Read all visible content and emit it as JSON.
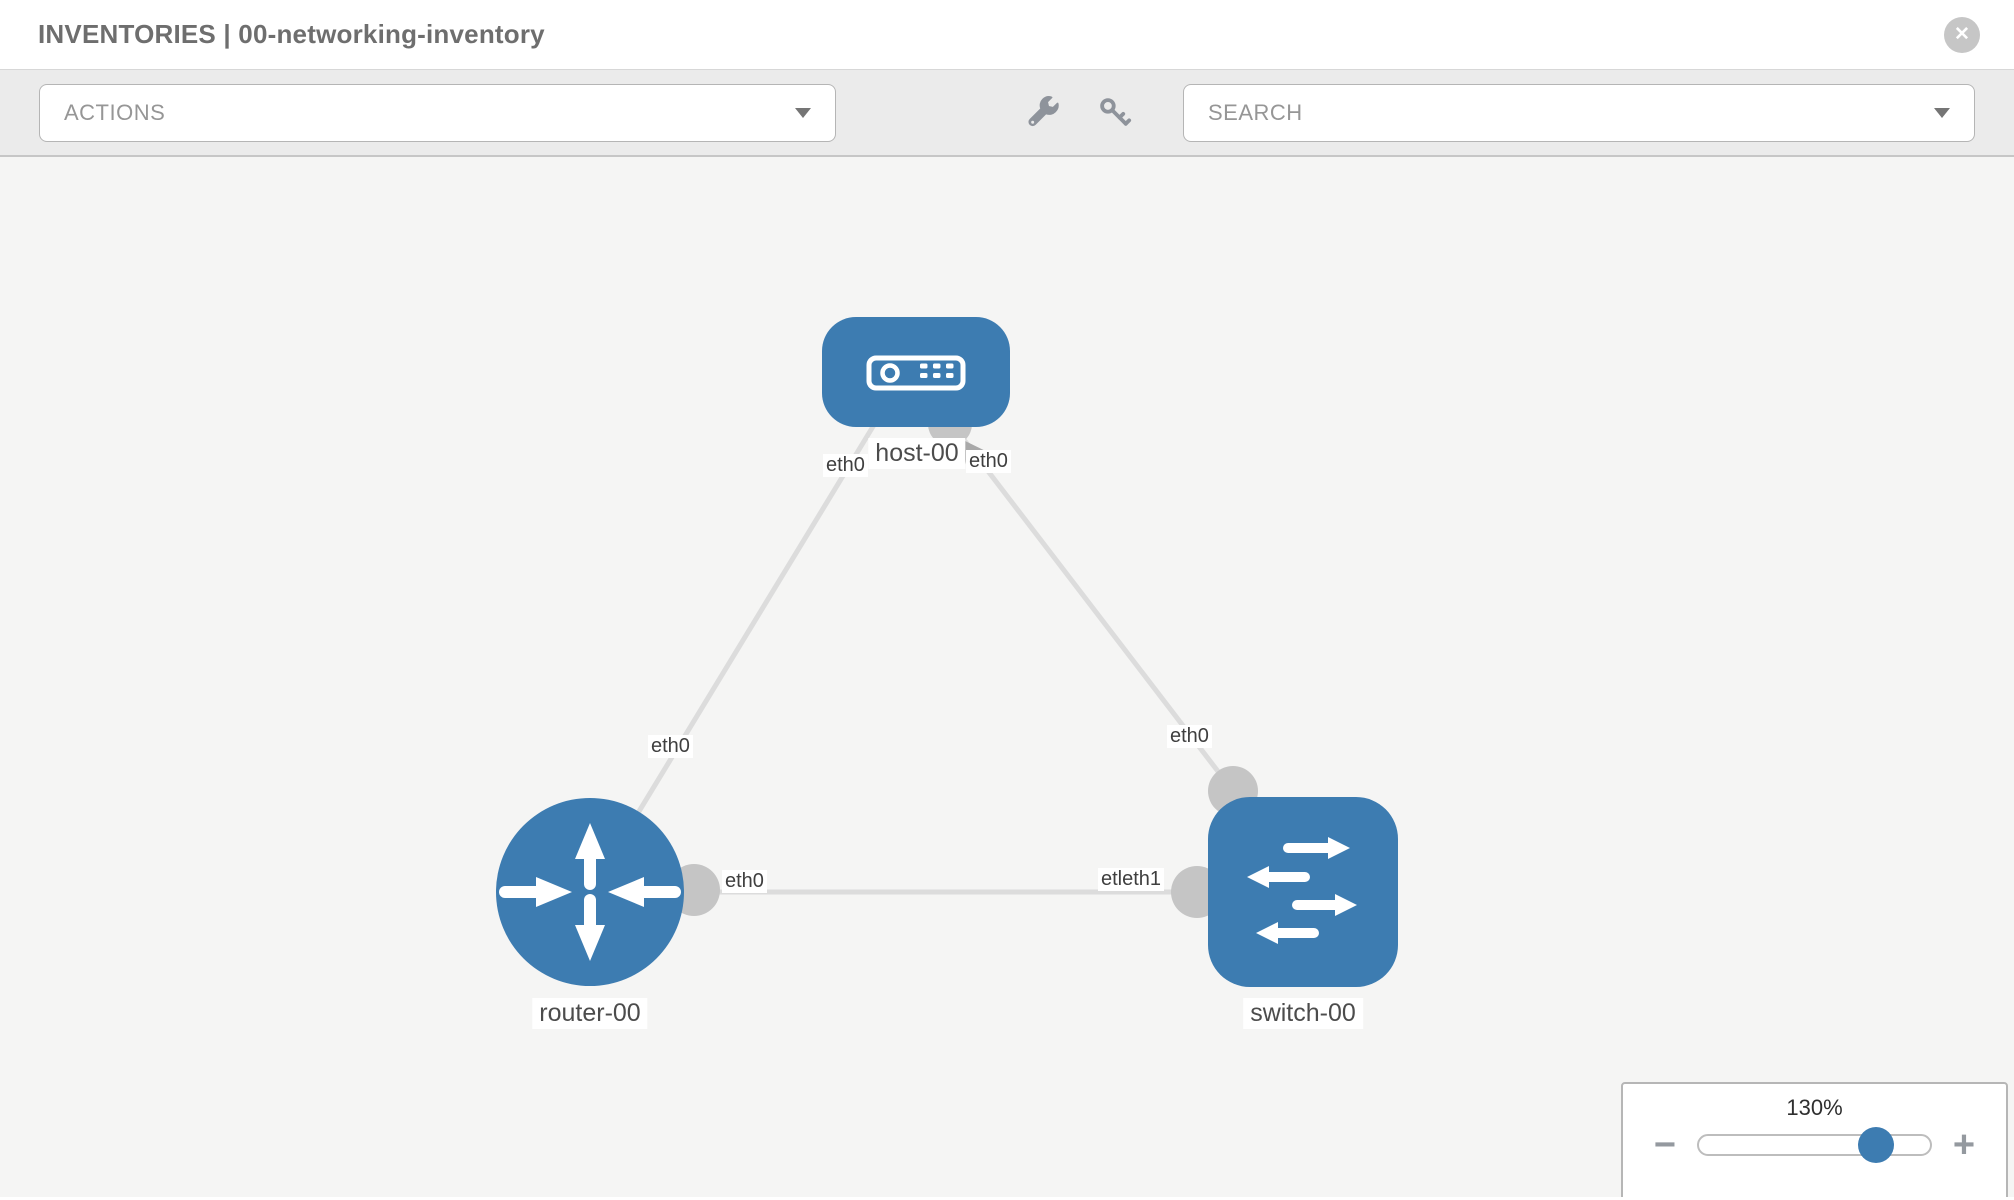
{
  "header": {
    "title": "INVENTORIES | 00-networking-inventory",
    "close_label": "✕"
  },
  "toolbar": {
    "actions_label": "ACTIONS",
    "search_label": "SEARCH"
  },
  "topology": {
    "nodes": [
      {
        "id": "host-00",
        "type": "host",
        "label": "host-00"
      },
      {
        "id": "router-00",
        "type": "router",
        "label": "router-00"
      },
      {
        "id": "switch-00",
        "type": "switch",
        "label": "switch-00"
      }
    ],
    "links": [
      {
        "from": "host-00",
        "to": "router-00"
      },
      {
        "from": "host-00",
        "to": "switch-00"
      },
      {
        "from": "router-00",
        "to": "switch-00"
      }
    ],
    "interface_labels": [
      {
        "id": "host-eth0-left",
        "text": "eth0"
      },
      {
        "id": "host-eth0-right",
        "text": "eth0"
      },
      {
        "id": "router-link-eth0",
        "text": "eth0"
      },
      {
        "id": "switch-link-eth0",
        "text": "eth0"
      },
      {
        "id": "router-port-eth0",
        "text": "eth0"
      },
      {
        "id": "switch-port-eth1",
        "text": "etleth1"
      }
    ]
  },
  "zoom_control": {
    "value": "130%",
    "minus_label": "−",
    "plus_label": "+"
  },
  "colors": {
    "node_blue": "#3d7cb1",
    "link_gray": "#dcdcdc",
    "port_gray": "#c5c5c5",
    "toolbar_bg": "#ebebeb",
    "canvas_bg": "#f5f5f4"
  }
}
